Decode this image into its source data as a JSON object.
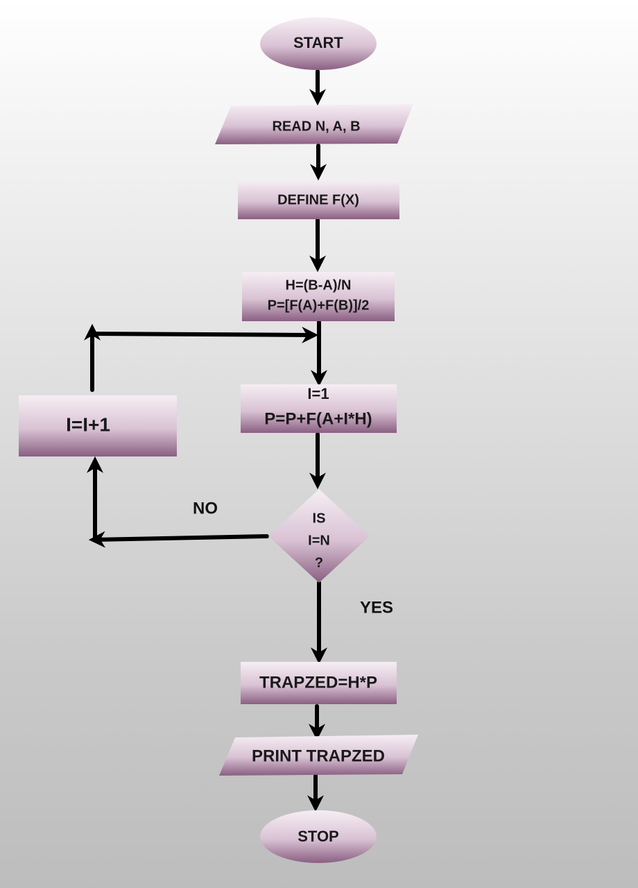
{
  "colors": {
    "shape_top": "#f6eef4",
    "shape_mid": "#d9c2d4",
    "shape_bottom": "#8a5f82",
    "arrow": "#000000",
    "text": "#1a1a1a"
  },
  "flowchart": {
    "start": "START",
    "read": "READ N, A, B",
    "define": "DEFINE F(X)",
    "init": {
      "line1": "H=(B-A)/N",
      "line2": "P=[F(A)+F(B)]/2"
    },
    "loop_body": {
      "line1": "I=1",
      "line2": "P=P+F(A+I*H)"
    },
    "increment": "I=I+1",
    "decision": {
      "line1": "IS",
      "line2": "I=N",
      "line3": "?"
    },
    "no_label": "NO",
    "yes_label": "YES",
    "compute": "TRAPZED=H*P",
    "print": "PRINT TRAPZED",
    "stop": "STOP"
  }
}
